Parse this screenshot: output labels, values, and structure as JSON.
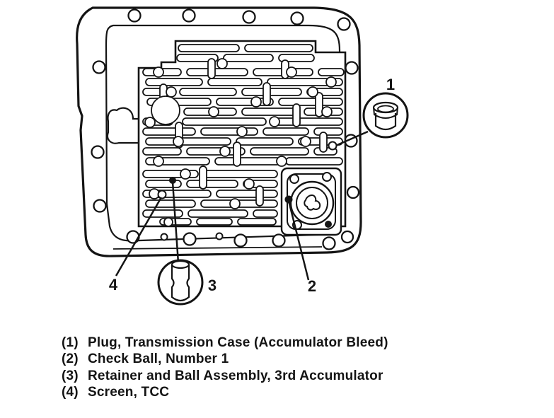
{
  "figure": {
    "description": "Transmission case with valve body passages, callout locations",
    "callouts": [
      {
        "number": "1"
      },
      {
        "number": "2"
      },
      {
        "number": "3"
      },
      {
        "number": "4"
      }
    ]
  },
  "legend": {
    "items": [
      {
        "number": "(1)",
        "text": "Plug, Transmission Case (Accumulator Bleed)"
      },
      {
        "number": "(2)",
        "text": "Check Ball, Number 1"
      },
      {
        "number": "(3)",
        "text": "Retainer and Ball Assembly, 3rd Accumulator"
      },
      {
        "number": "(4)",
        "text": "Screen, TCC"
      }
    ]
  },
  "colors": {
    "ink": "#141414",
    "paper": "#ffffff"
  }
}
